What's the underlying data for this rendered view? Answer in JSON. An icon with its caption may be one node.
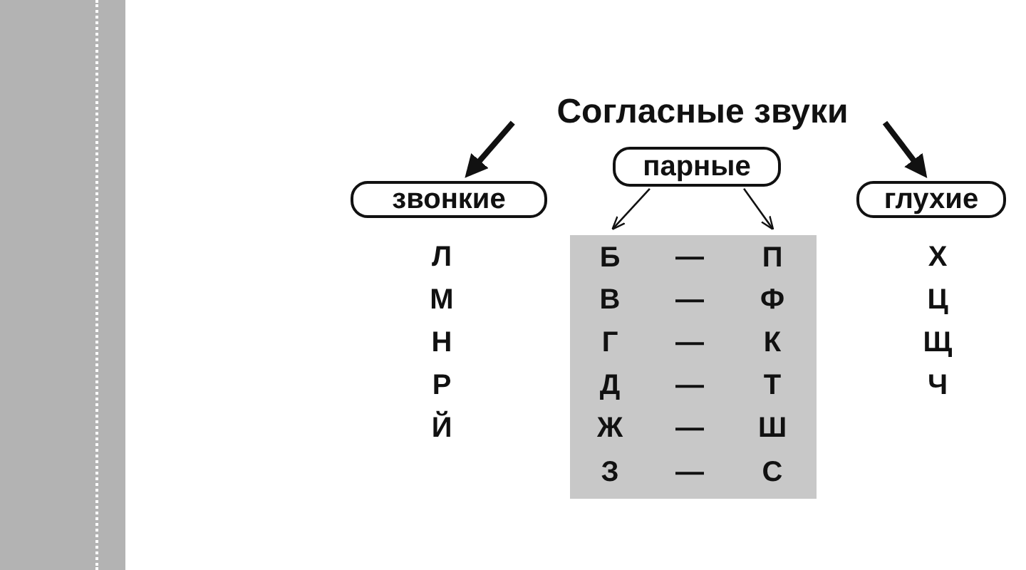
{
  "diagram": {
    "nodes": [
      {
        "text": [
          "Согласные звуки"
        ]
      },
      {
        "text": [
          "звонкие"
        ]
      },
      {
        "text": [
          "парные"
        ]
      },
      {
        "text": [
          "глухие"
        ]
      },
      {
        "text": [],
        "shape": "box"
      },
      {
        "text": [
          "Б"
        ],
        "in": 4
      },
      {
        "text": [
          "П"
        ],
        "in": 4
      }
    ],
    "edges": [
      {
        "from": 0,
        "to": 1,
        "arrow": "to",
        "style": "thick"
      },
      {
        "from": 0,
        "to": 3,
        "arrow": "to",
        "style": "thick"
      },
      {
        "from": 2,
        "to": 5,
        "arrow": "to"
      },
      {
        "from": 2,
        "to": 6,
        "arrow": "to"
      }
    ],
    "labels": [
      "Л",
      "—",
      "Х",
      "М",
      "В",
      "—",
      "Ф",
      "Ц",
      "Н",
      "Г",
      "—",
      "К",
      "Щ",
      "Р",
      "Д",
      "—",
      "Т",
      "Ч",
      "Й",
      "Ж",
      "—",
      "Ш",
      "З",
      "—",
      "С"
    ]
  }
}
